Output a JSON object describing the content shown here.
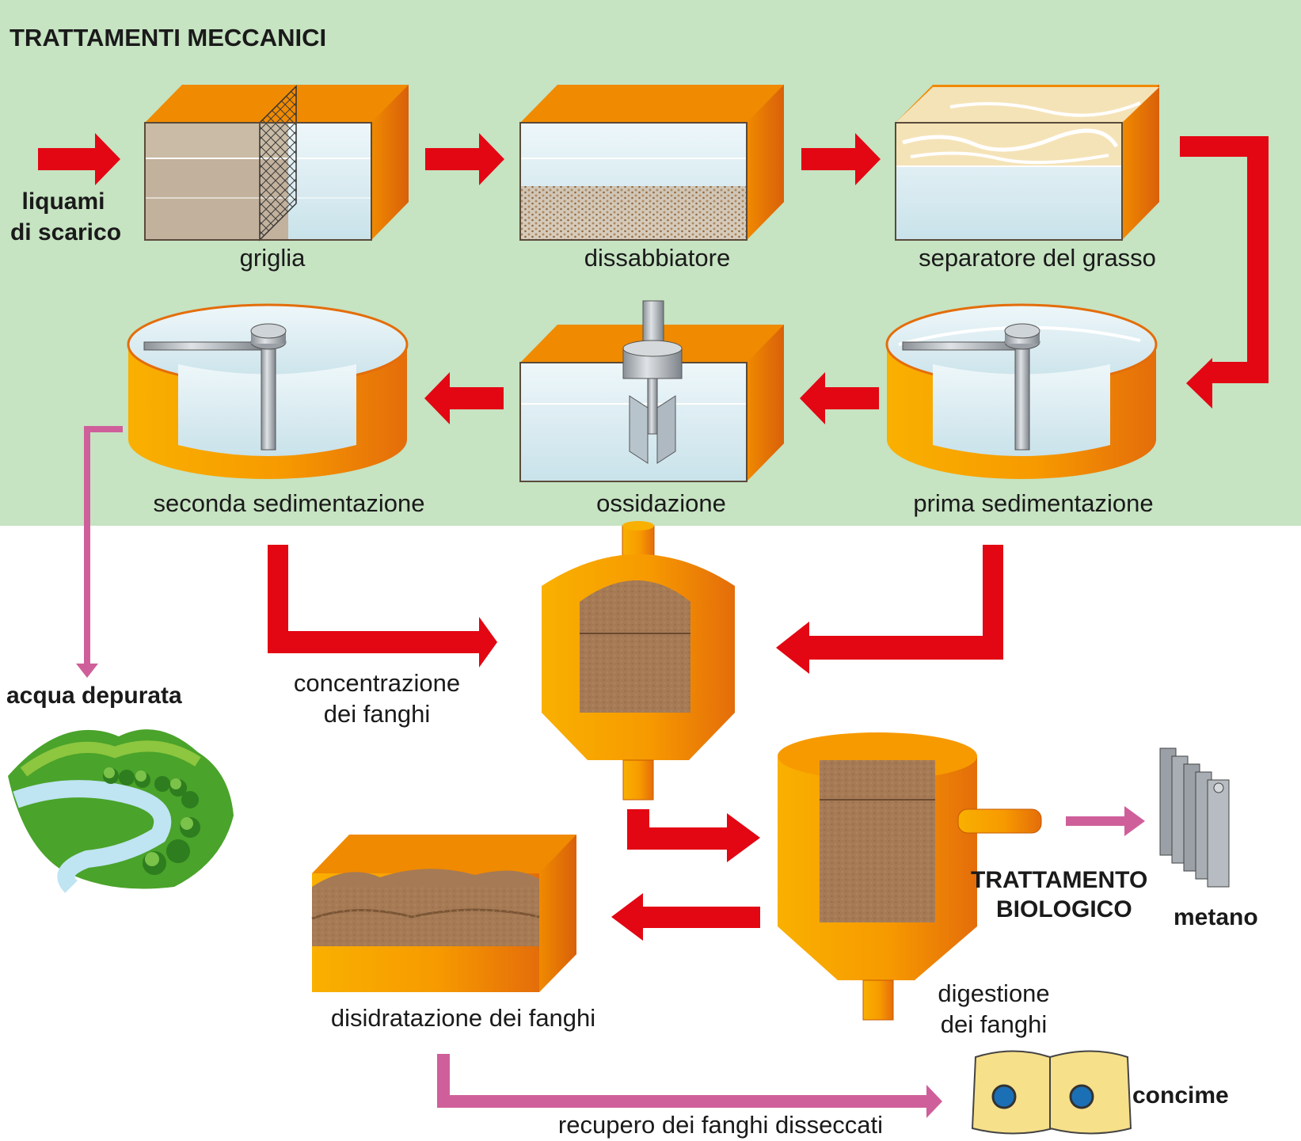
{
  "header": {
    "title": "TRATTAMENTI MECCANICI"
  },
  "input": {
    "label_line1": "liquami",
    "label_line2": "di scarico"
  },
  "stages": {
    "griglia": "griglia",
    "dissabbiatore": "dissabbiatore",
    "separatore": "separatore del grasso",
    "prima": "prima sedimentazione",
    "ossidazione": "ossidazione",
    "seconda": "seconda sedimentazione",
    "concentrazione_line1": "concentrazione",
    "concentrazione_line2": "dei fanghi",
    "digestione_line1": "digestione",
    "digestione_line2": "dei fanghi",
    "disidratazione": "disidratazione dei fanghi"
  },
  "outputs": {
    "acqua": "acqua depurata",
    "trattamento_line1": "TRATTAMENTO",
    "trattamento_line2": "BIOLOGICO",
    "metano": "metano",
    "concime": "concime",
    "recupero": "recupero dei fanghi disseccati"
  },
  "colors": {
    "band": "#c6e3c2",
    "arrow_red": "#e30613",
    "arrow_pink": "#cf5f9a",
    "tank_orange": "#f7a100",
    "tank_dark": "#e46d0a",
    "water": "#d8ecf2",
    "sludge": "#a67a55"
  }
}
